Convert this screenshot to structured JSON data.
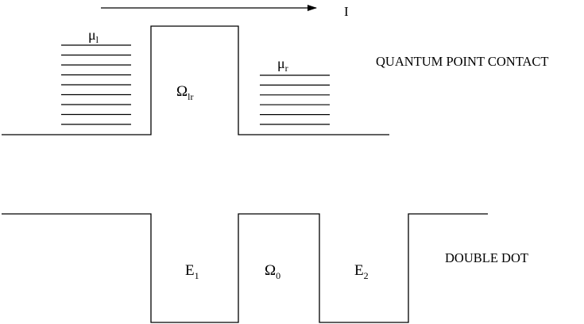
{
  "current_label": "I",
  "qpc": {
    "title": "QUANTUM POINT CONTACT",
    "mu_left": {
      "base": "μ",
      "sub": "l"
    },
    "mu_right": {
      "base": "μ",
      "sub": "r"
    },
    "barrier": {
      "base": "Ω",
      "sub": "lr"
    },
    "left_levels": 9,
    "right_levels": 6
  },
  "dd": {
    "title": "DOUBLE DOT",
    "e1": {
      "base": "E",
      "sub": "1"
    },
    "omega0": {
      "base": "Ω",
      "sub": "0"
    },
    "e2": {
      "base": "E",
      "sub": "2"
    }
  }
}
